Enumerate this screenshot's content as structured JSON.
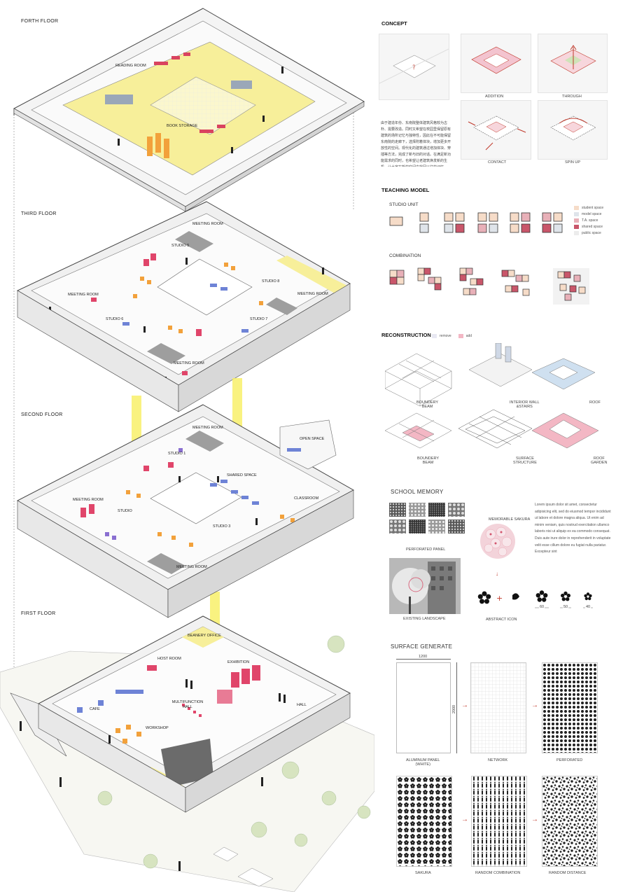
{
  "floors": {
    "forth": "FORTH FLOOR",
    "third": "THIRD FLOOR",
    "second": "SECOND FLOOR",
    "first": "FIRST FLOOR"
  },
  "rooms": {
    "forth": [
      "READING ROOM",
      "BOOK STORAGE"
    ],
    "third": [
      "MEETING ROOM",
      "STUDIO 5",
      "STUDIO 8",
      "MEETING ROOM",
      "MEETING ROOM",
      "STUDIO 6",
      "STUDIO 7",
      "MEETING ROOM"
    ],
    "second": [
      "MEETING ROOM",
      "OPEN SPACE",
      "STUDIO  1",
      "SHARED SPACE",
      "MEETING ROOM",
      "STUDIO",
      "CLASSROOM",
      "STUDIO 3",
      "MEETING ROOM"
    ],
    "first": [
      "BEANERY OFFICE",
      "EXHIBITION",
      "HOST ROOM",
      "MULTIFUNCTION HALL",
      "HALL",
      "CAFE",
      "WORKSHOP"
    ]
  },
  "concept": {
    "title": "CONCEPT",
    "captions": [
      "ADDITION",
      "THROUGH",
      "CONTACT",
      "SPIN UP"
    ],
    "text": "由于建造年份、东南院整体建筑风格较为古朴、需要改造。同时又希望在校园里保留原有建筑的场所记忆与独特性，因此在不可能保留东南院的走廊下，选择附着体块，增加更多开放性的空间。现代化的建筑通过增加体块、穿插等方法，完成了新与旧的对话。在满足新功能需求的同时，也希望让老建筑焕发新的生机，让大家在新的空间中找回以往的记忆。"
  },
  "teaching_model": {
    "title": "TEACHING MODEL",
    "studio_unit": "STUDIO UNIT",
    "combination": "COMBINATION",
    "legend": [
      "student space",
      "model space",
      "T.A. space",
      "shared space",
      "public space"
    ],
    "legend_colors": [
      "#f6dcc8",
      "#dfe4ea",
      "#e8b0b8",
      "#c9566a",
      "#ececec"
    ]
  },
  "reconstruction": {
    "title": "RECONSTRUCTION",
    "legend": [
      "remove",
      "add"
    ],
    "captions": [
      "BOUNDERY\nBEAM",
      "INTERIOR WALL\n&STAIRS",
      "ROOF",
      "BOUNDERY\nBEAM",
      "SURFACE\nSTRUCTURE",
      "ROOF\nGARDEN"
    ]
  },
  "school_memory": {
    "title": "SCHOOL MEMORY",
    "memorable": "MEMORABLE SAKURA",
    "perforated_panel": "PERFORATED PANEL",
    "existing": "EXISTING LANDSCAPE",
    "abstract": "ABSTRACT ICON",
    "dims": [
      "60",
      "50",
      "40"
    ],
    "lorem": "Lorem ipsum dolor sit amet, consectetur adipisicing elit, sed do eiusmod tempor incididunt ut labore et dolore magna aliqua. Ut enim ad minim veniam, quis nostrud exercitation ullamco laboris nisi ut aliquip ex ea commodo consequat. Duis aute irure dolor in reprehenderit in voluptate velit esse cillum dolore eu fugiat nulla pariatur. Excepteur sint"
  },
  "surface_generate": {
    "title": "SURFACE GENERATE",
    "width_dim": "1200",
    "height_dim": "2000",
    "captions": [
      "ALUMINUM PANEL\n(WHITE)",
      "NETWORK",
      "PERFORATED",
      "SAKURA",
      "RANDOM COMBINATION",
      "RANDOM DISTANCE"
    ]
  },
  "colors": {
    "yellow": "#f7ef9a",
    "shaft": "#f8f06a",
    "pink": "#e0456a",
    "orange": "#f2a13b",
    "blue": "#6e83d6",
    "purple": "#8a6fd1",
    "line": "#555555"
  }
}
